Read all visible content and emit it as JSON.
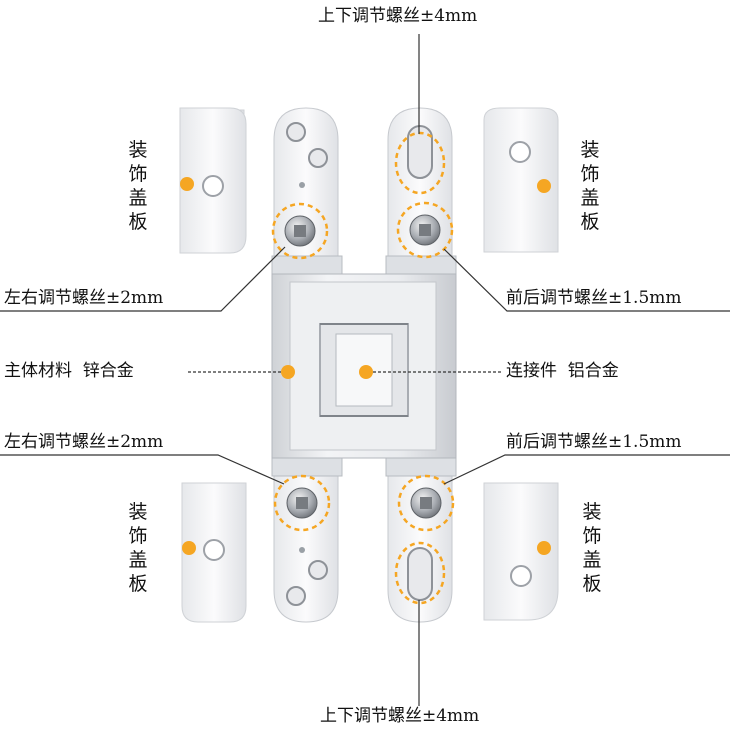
{
  "labels": {
    "top_adjust": "上下调节螺丝±4mm",
    "bottom_adjust": "上下调节螺丝±4mm",
    "left_adjust_upper": "左右调节螺丝±2mm",
    "left_adjust_lower": "左右调节螺丝±2mm",
    "depth_adjust_upper": "前后调节螺丝±1.5mm",
    "depth_adjust_lower": "前后调节螺丝±1.5mm",
    "body_material": "主体材料  锌合金",
    "connector_material": "连接件  铝合金",
    "cover_top_left": [
      "装",
      "饰",
      "盖",
      "板"
    ],
    "cover_top_right": [
      "装",
      "饰",
      "盖",
      "板"
    ],
    "cover_bottom_left": [
      "装",
      "饰",
      "盖",
      "板"
    ],
    "cover_bottom_right": [
      "装",
      "饰",
      "盖",
      "板"
    ]
  },
  "colors": {
    "accent": "#f5a623",
    "part_fill": "#f4f5f7",
    "part_edge": "#c9ccd1",
    "line": "#333333"
  }
}
